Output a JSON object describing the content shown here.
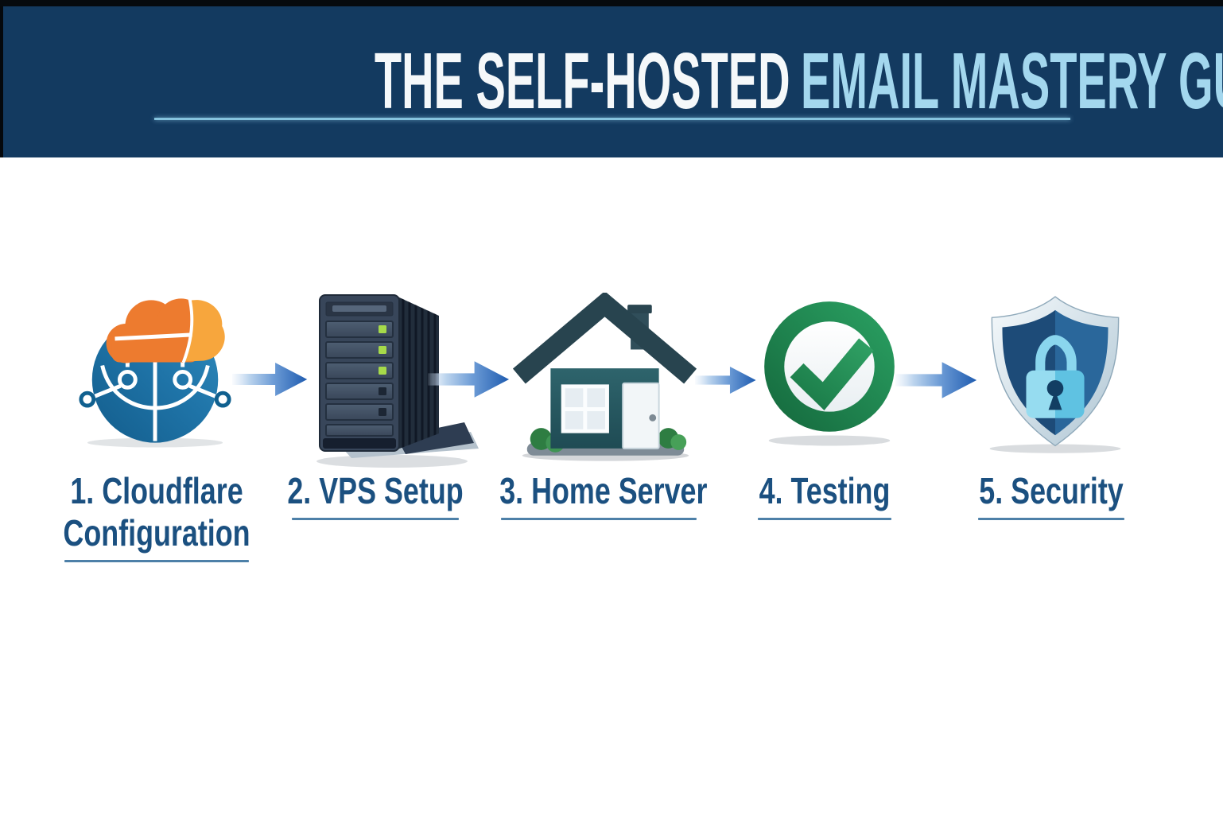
{
  "header": {
    "title_white": "THE SELF-HOSTED",
    "title_blue": "EMAIL MASTERY GUIDE"
  },
  "steps": [
    {
      "id": 1,
      "lines": [
        "1. Cloudflare",
        "Configuration"
      ],
      "icon": "cloudflare-cloud-globe"
    },
    {
      "id": 2,
      "lines": [
        "2. VPS Setup"
      ],
      "icon": "server-tower"
    },
    {
      "id": 3,
      "lines": [
        "3. Home Server"
      ],
      "icon": "house"
    },
    {
      "id": 4,
      "lines": [
        "4. Testing"
      ],
      "icon": "checkmark-circle"
    },
    {
      "id": 5,
      "lines": [
        "5. Security"
      ],
      "icon": "shield-lock"
    }
  ],
  "colors": {
    "header_bg": "#133a60",
    "title_white": "#f5f8fa",
    "title_blue": "#a3d7ee",
    "header_underline": "#85c3de",
    "label_text": "#1b5080",
    "label_underline": "#4d80a8",
    "arrow_blue": "#2b67bb",
    "cloud_orange": "#ed7b2f",
    "cloud_orange_light": "#f7a63d",
    "globe_blue": "#1f74a8",
    "server_dark": "#38465a",
    "led_green": "#a6da4a",
    "house_teal": "#2c5f66",
    "check_green": "#1f8e52",
    "shield_navy": "#1d4b78",
    "shield_mid_blue": "#2a679b",
    "lock_light_blue": "#8ad6ee"
  }
}
